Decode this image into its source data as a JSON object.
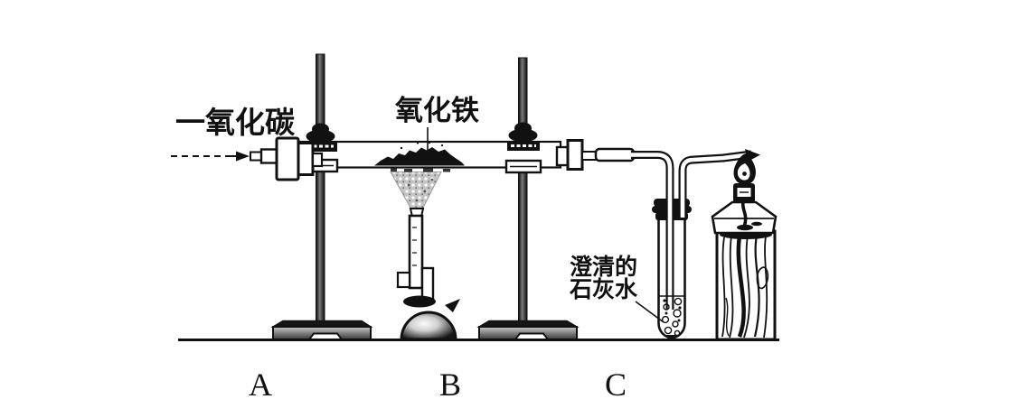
{
  "colors": {
    "background": "#ffffff",
    "ink": "#111111",
    "flame_gray": "#c3c3c3",
    "metal_gray": "#8f8f8f"
  },
  "labels": {
    "co_inlet": "一氧化碳",
    "iron_oxide": "氧化铁",
    "limewater_line1": "澄清的",
    "limewater_line2": "石灰水",
    "point_a": "A",
    "point_b": "B",
    "point_c": "C"
  }
}
